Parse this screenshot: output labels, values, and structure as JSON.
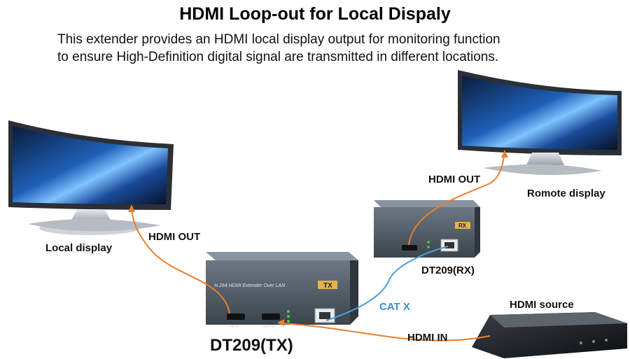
{
  "header": {
    "title": "HDMI Loop-out for Local Dispaly",
    "description_line1": "This extender provides an HDMI local display output for monitoring function",
    "description_line2": "to ensure High-Definition digital signal are transmitted in different locations."
  },
  "labels": {
    "local_display": "Local display",
    "remote_display": "Romote display",
    "hdmi_out_left": "HDMI OUT",
    "hdmi_out_right": "HDMI OUT",
    "hdmi_in": "HDMI IN",
    "cat_x": "CAT X",
    "hdmi_source": "HDMI source",
    "tx_device": "DT209(TX)",
    "rx_device": "DT209(RX)",
    "tx_box_text": "H.264 HDMI Extender Over LAN",
    "tx_badge": "TX",
    "rx_badge": "RX",
    "tx_port_input": "INPUT",
    "tx_port_output": "OUTPUT"
  },
  "colors": {
    "hdmi_cable": "#e8802f",
    "cat_cable": "#4a9ee0",
    "box": "#4e5964",
    "badge": "#e8b24a"
  }
}
